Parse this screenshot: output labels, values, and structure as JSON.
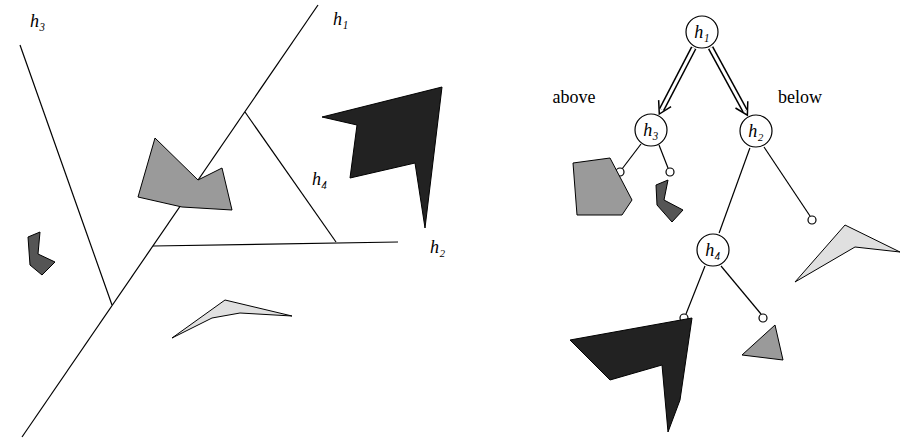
{
  "diagram": {
    "nodes": [
      {
        "text": [
          "h₁"
        ]
      },
      {
        "text": [
          "h₃"
        ]
      },
      {
        "text": [
          "h₂"
        ]
      },
      {
        "text": [
          "h₄"
        ]
      }
    ],
    "edges": [
      {
        "from": 0,
        "to": 1,
        "arrow": "to",
        "label": "above"
      },
      {
        "from": 0,
        "to": 2,
        "arrow": "to",
        "label": "below"
      },
      {
        "from": 2,
        "to": 3,
        "arrow": "none"
      }
    ],
    "labels": [
      "h₃",
      "h₁",
      "h₄",
      "h₂"
    ]
  }
}
